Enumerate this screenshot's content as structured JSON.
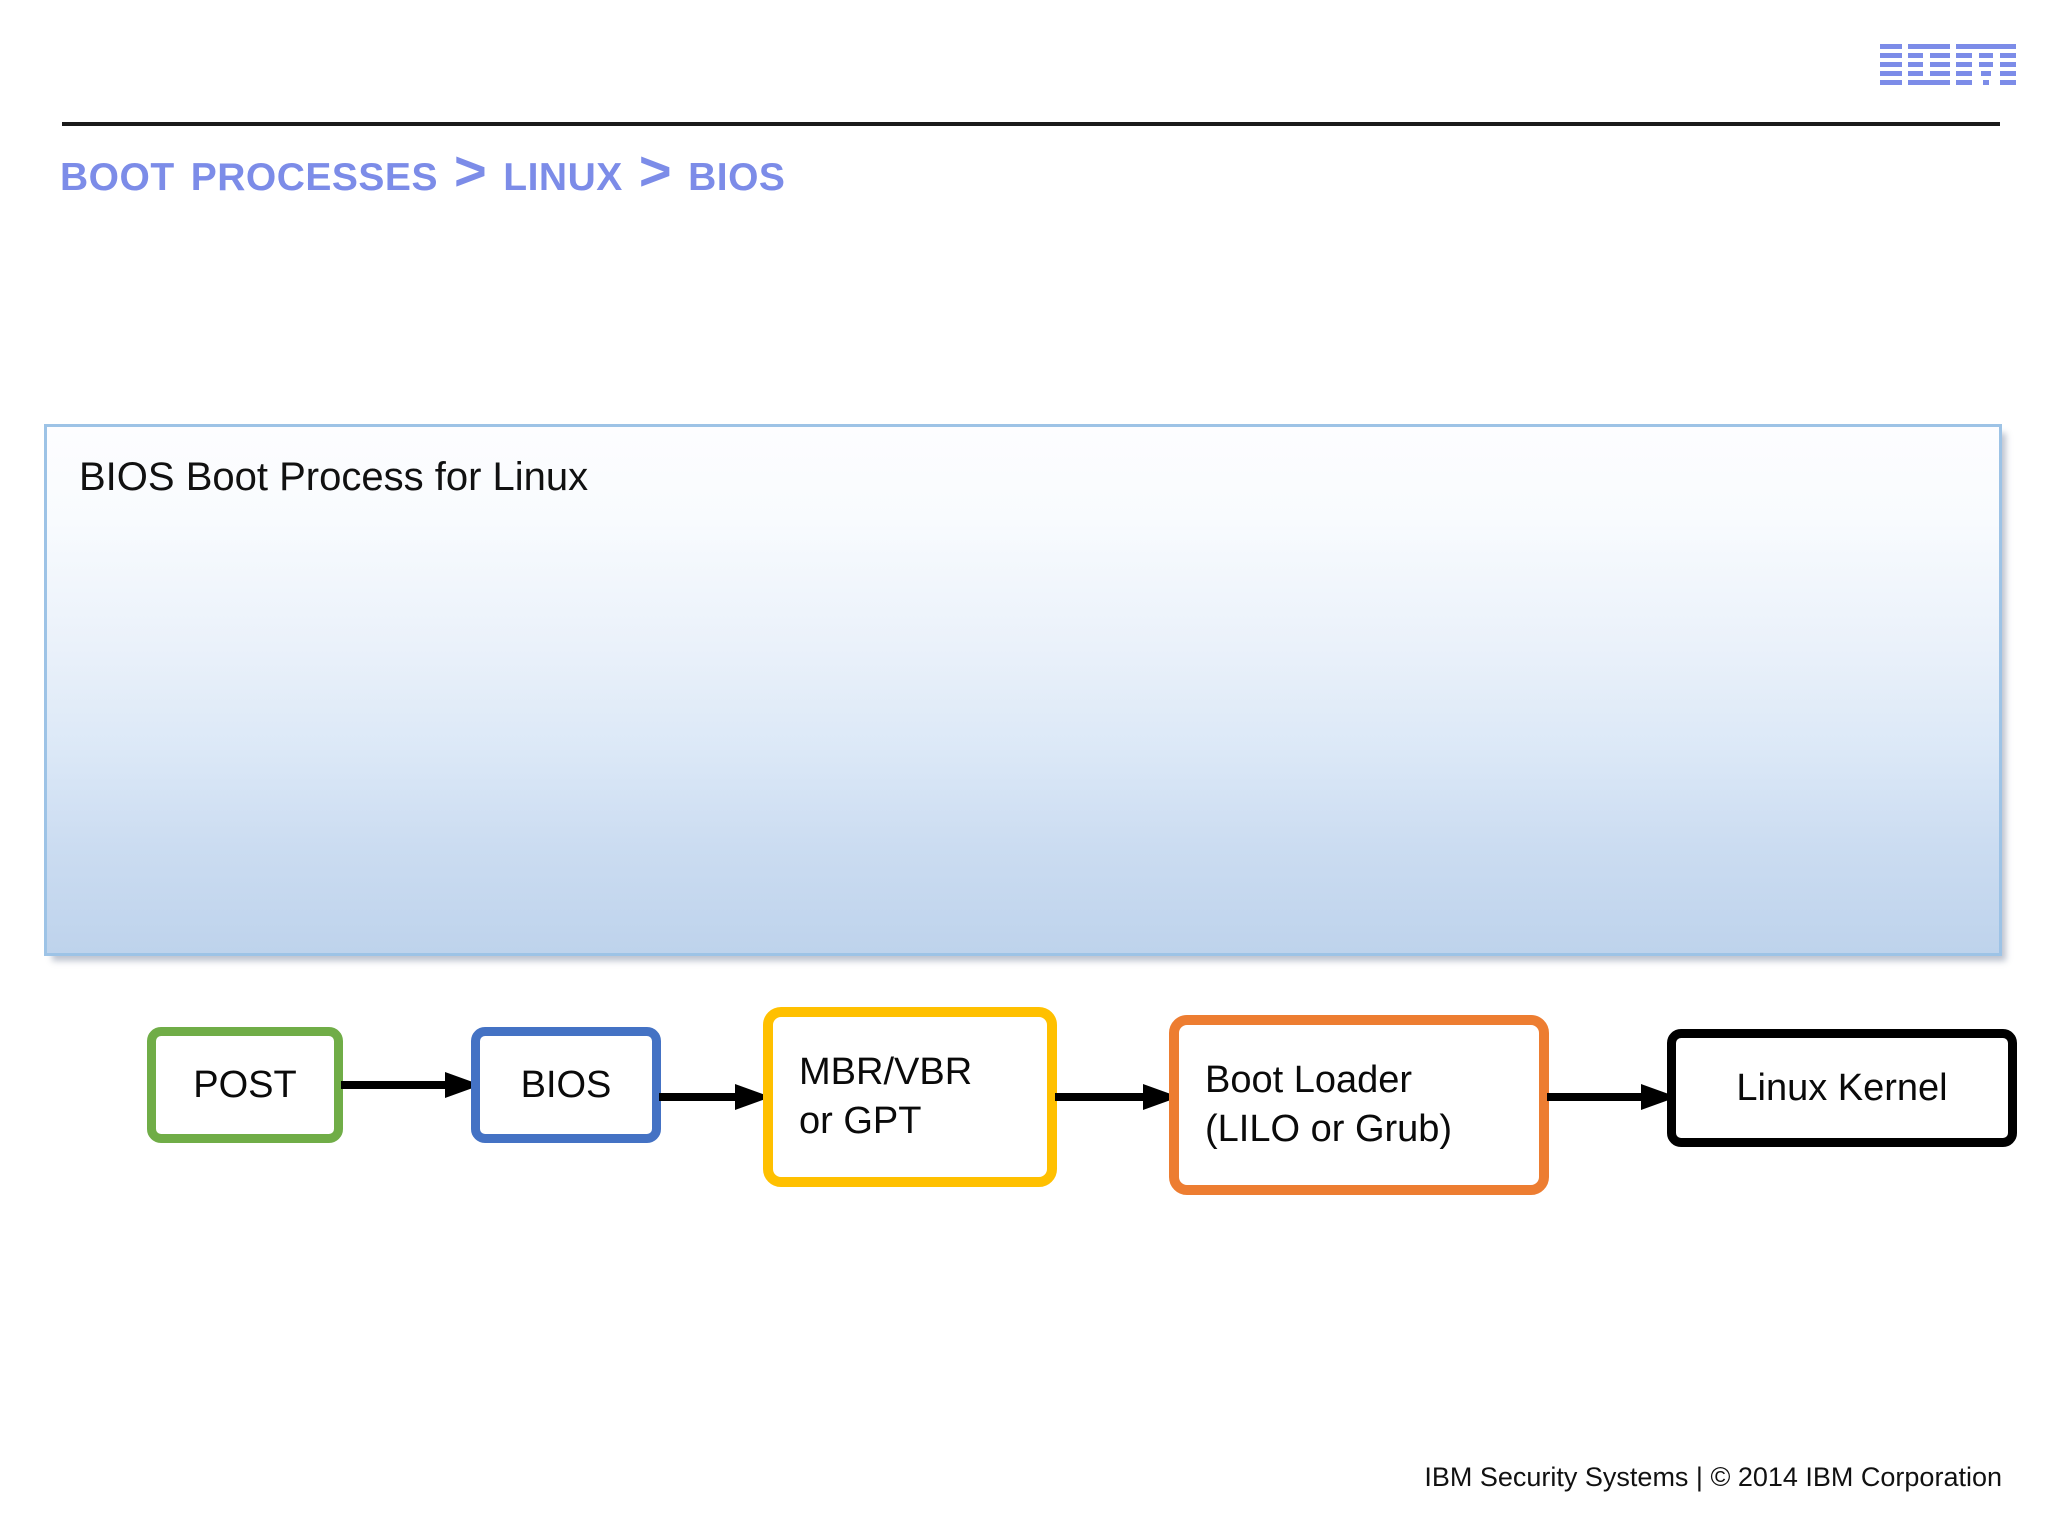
{
  "header": {
    "logo_name": "ibm-logo",
    "logo_text": "IBM",
    "logo_color": "#7C8CE8",
    "rule_color": "#1a1a1a"
  },
  "title": {
    "text": "Boot Processes > Linux > BIOS",
    "color": "#7C8CE8"
  },
  "panel": {
    "title": "BIOS Boot Process for Linux",
    "border_color": "#9DC3E6",
    "gradient_top": "#fdfdff",
    "gradient_bottom": "#bed3ec"
  },
  "flow": {
    "boxes": [
      {
        "id": "post",
        "label": "POST",
        "lines": [
          "POST"
        ],
        "border_color": "#70AD47",
        "fill": "#ffffff"
      },
      {
        "id": "bios",
        "label": "BIOS",
        "lines": [
          "BIOS"
        ],
        "border_color": "#4472C4",
        "fill": "#ffffff"
      },
      {
        "id": "mbr",
        "label": "MBR/VBR or GPT",
        "lines": [
          "MBR/VBR",
          "or GPT"
        ],
        "border_color": "#FFC000",
        "fill": "#ffffff"
      },
      {
        "id": "bootloader",
        "label": "Boot Loader (LILO or Grub)",
        "lines": [
          "Boot Loader",
          "(LILO or Grub)"
        ],
        "border_color": "#ED7D31",
        "fill": "#ffffff"
      },
      {
        "id": "kernel",
        "label": "Linux Kernel",
        "lines": [
          "Linux Kernel"
        ],
        "border_color": "#000000",
        "fill": "#ffffff"
      }
    ],
    "arrows": [
      {
        "id": "arrow-post-to-bios",
        "from": "post",
        "to": "bios",
        "color": "#000000"
      },
      {
        "id": "arrow-bios-to-mbr",
        "from": "bios",
        "to": "mbr",
        "color": "#000000"
      },
      {
        "id": "arrow-mbr-to-bootloader",
        "from": "mbr",
        "to": "bootloader",
        "color": "#000000"
      },
      {
        "id": "arrow-bootloader-to-kernel",
        "from": "bootloader",
        "to": "kernel",
        "color": "#000000"
      }
    ]
  },
  "footer": {
    "text": "IBM Security Systems | © 2014 IBM Corporation"
  }
}
